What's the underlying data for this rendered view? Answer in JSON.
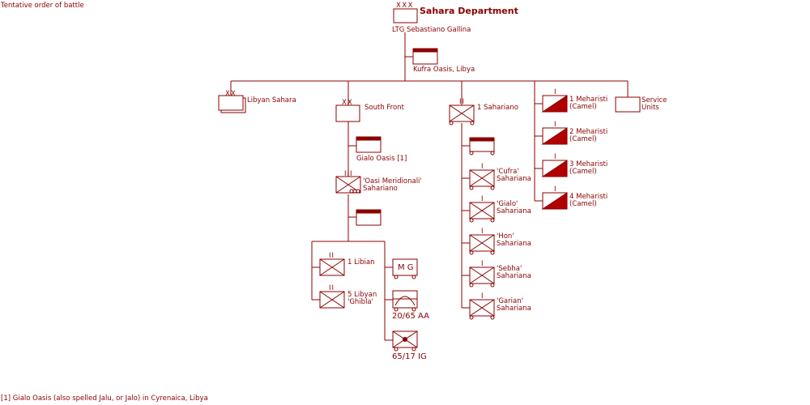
{
  "header_note": "Tentative order of battle",
  "footnote": "[1] Gialo Oasis (also spelled Jalu, or Jalo) in Cyrenaica, Libya",
  "colors": {
    "ink": "#8b0000",
    "background": "#ffffff"
  },
  "hq": {
    "title": "Sahara Department",
    "echelon": "XXX",
    "commander": "LTG  Sebastiano Gallina",
    "location": "Kufra Oasis, Libya"
  },
  "branches": {
    "libyan_sahara": {
      "label": "Libyan Sahara",
      "echelon": "XX"
    },
    "south_front": {
      "label": "South Front",
      "echelon": "XX",
      "hq_location": "Gialo Oasis [1]",
      "regiment": {
        "line1": "'Oasi Meridionali'",
        "line2": "Sahariano",
        "echelon": "III"
      },
      "battalions": [
        {
          "label": "1 Libian",
          "echelon": "II"
        },
        {
          "line1": "5 Libyan",
          "line2": "'Ghibla'",
          "echelon": "II"
        }
      ],
      "support": [
        {
          "label": "M G",
          "kind": "machine-gun"
        },
        {
          "label": "20/65 AA",
          "kind": "anti-aircraft"
        },
        {
          "label": "65/17 IG",
          "kind": "infantry-gun"
        }
      ]
    },
    "sahariano": {
      "label": "1 Sahariano",
      "echelon": "II",
      "companies": [
        {
          "line1": "'Cufra'",
          "line2": "Sahariana",
          "echelon": "I"
        },
        {
          "line1": "'Gialo'",
          "line2": "Sahariana",
          "echelon": "I"
        },
        {
          "line1": "'Hon'",
          "line2": "Sahariana",
          "echelon": "I"
        },
        {
          "line1": "'Sebha'",
          "line2": "Sahariana",
          "echelon": "I"
        },
        {
          "line1": "'Garian'",
          "line2": "Sahariana",
          "echelon": "I"
        }
      ]
    },
    "meharisti": [
      {
        "line1": "1 Meharisti",
        "line2": "(Camel)",
        "echelon": "I"
      },
      {
        "line1": "2 Meharisti",
        "line2": "(Camel)",
        "echelon": "I"
      },
      {
        "line1": "3 Meharisti",
        "line2": "(Camel)",
        "echelon": "I"
      },
      {
        "line1": "4 Meharisti",
        "line2": "(Camel)",
        "echelon": "I"
      }
    ],
    "service_units": {
      "line1": "Service",
      "line2": "Units"
    }
  }
}
